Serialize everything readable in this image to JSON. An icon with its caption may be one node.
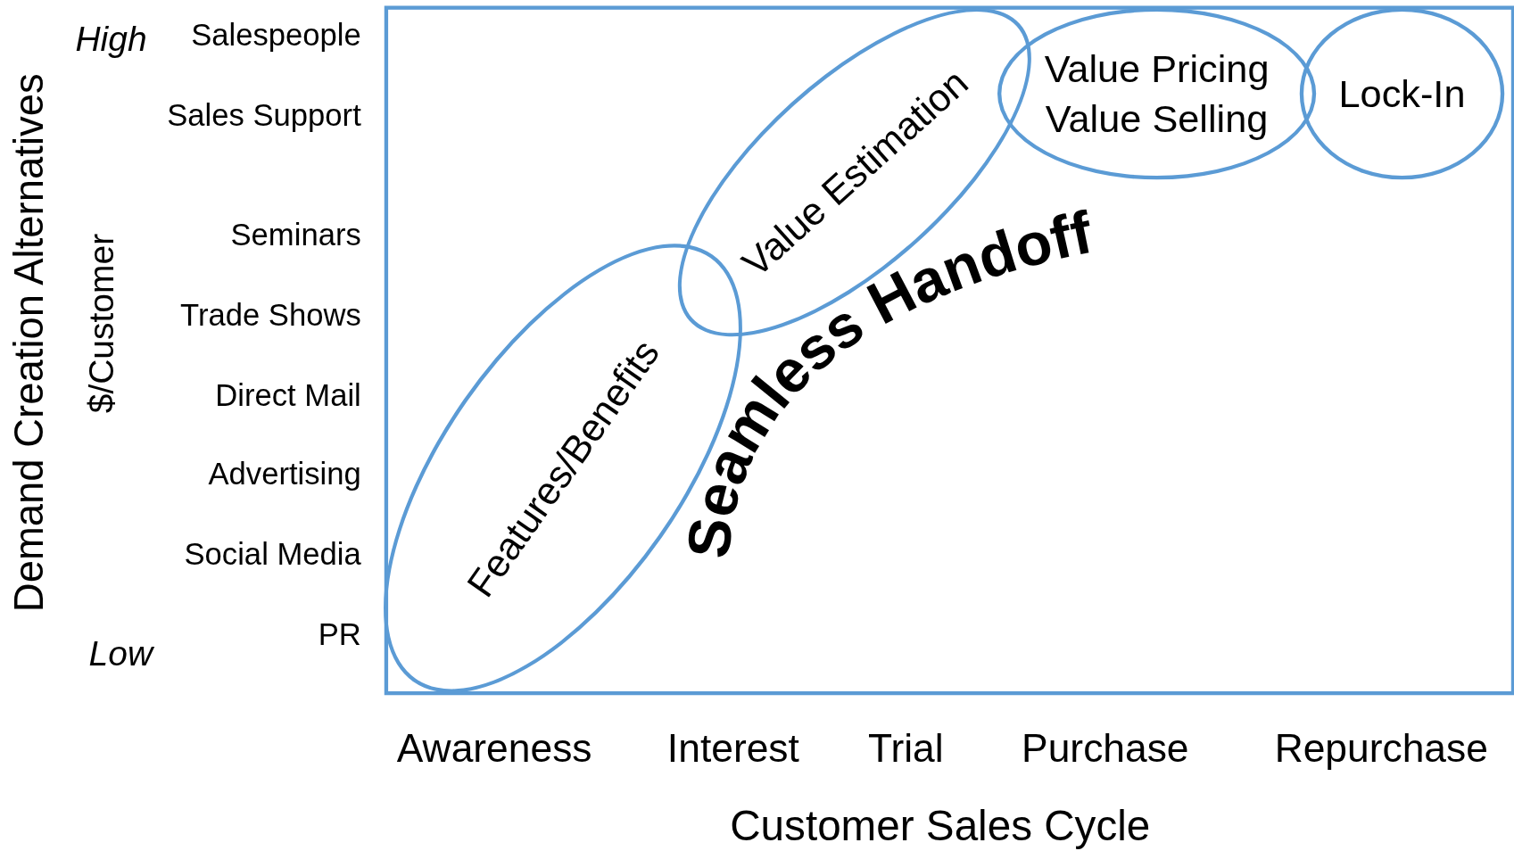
{
  "diagram": {
    "nodes": [
      {
        "text": [
          "Features/Benefits"
        ]
      },
      {
        "text": [
          "Value Estimation"
        ]
      },
      {
        "text": [
          "Value Pricing Value Selling"
        ]
      },
      {
        "text": [
          "Lock-In"
        ]
      }
    ],
    "labels": [
      "Demand Creation Alternatives",
      "$/Customer",
      "High",
      "Salespeople",
      "Sales Support",
      "Seminars",
      "Trade Shows",
      "Direct Mail",
      "Advertising",
      "Social Media",
      "PR",
      "Low",
      "Seamless Handoff",
      "Awareness",
      "Interest",
      "Trial",
      "Purchase",
      "Repurchase",
      "Customer Sales Cycle"
    ]
  }
}
